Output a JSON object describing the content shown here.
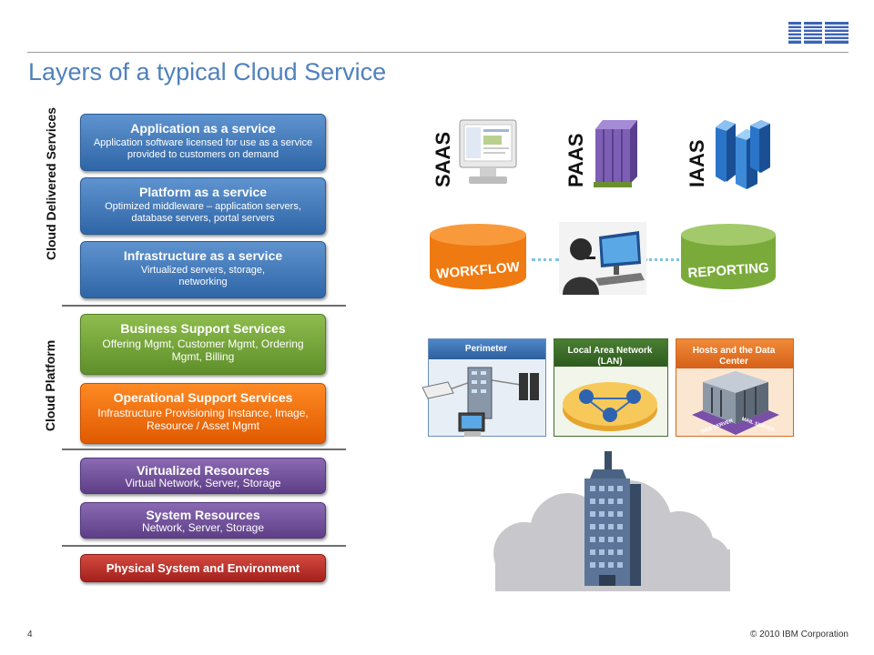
{
  "slide": {
    "title": "Layers of a typical Cloud Service",
    "page_number": "4",
    "copyright": "© 2010 IBM Corporation",
    "logo_text": "IBM"
  },
  "side_labels": {
    "cloud_delivered": "Cloud Delivered Services",
    "cloud_platform": "Cloud Platform"
  },
  "layers": [
    {
      "title": "Application as a service",
      "subtitle": "Application software licensed for use as a service provided to customers on demand",
      "color": "#3b73b9"
    },
    {
      "title": "Platform as a service",
      "subtitle": "Optimized middleware – application servers, database servers, portal servers",
      "color": "#3b73b9"
    },
    {
      "title": "Infrastructure as a service",
      "subtitle": "Virtualized servers, storage, networking",
      "color": "#3b73b9"
    },
    {
      "title": "Business Support Services",
      "subtitle": "Offering Mgmt, Customer Mgmt, Ordering Mgmt, Billing",
      "color": "#77a13b"
    },
    {
      "title": "Operational Support Services",
      "subtitle": "Infrastructure Provisioning Instance, Image, Resource / Asset Mgmt",
      "color": "#f26f0f"
    },
    {
      "title": "Virtualized Resources",
      "subtitle": "Virtual Network, Server, Storage",
      "color": "#6c4c98"
    },
    {
      "title": "System Resources",
      "subtitle": "Network, Server, Storage",
      "color": "#6c4c98"
    },
    {
      "title": "Physical System and Environment",
      "subtitle": "",
      "color": "#bd302a"
    }
  ],
  "illustration": {
    "saas_label": "SAAS",
    "paas_label": "PAAS",
    "iaas_label": "IAAS",
    "workflow_label": "WORKFLOW",
    "reporting_label": "REPORTING",
    "perimeter_label": "Perimeter",
    "lan_label": "Local Area Network (LAN)",
    "hosts_label": "Hosts and the Data Center",
    "web_server_label": "WEB SERVER",
    "mail_server_label": "MAIL SERVER"
  }
}
